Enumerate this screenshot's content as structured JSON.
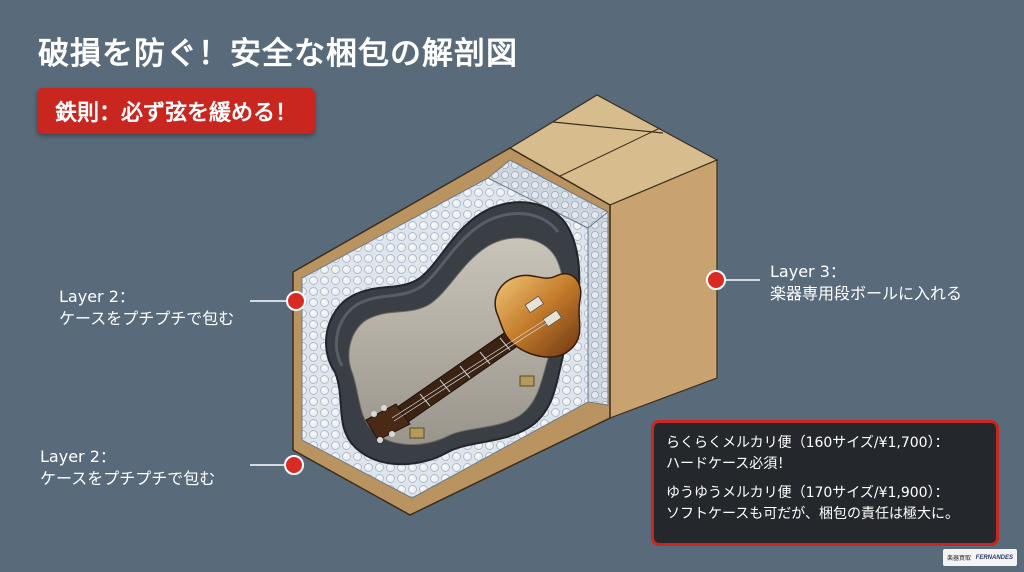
{
  "title": "破損を防ぐ！安全な梱包の解剖図",
  "rule_badge": "鉄則：必ず弦を緩める！",
  "callouts": [
    {
      "line1": "Layer 2：",
      "line2": "ケースをプチプチで包む"
    },
    {
      "line1": "Layer 2：",
      "line2": "ケースをプチプチで包む"
    },
    {
      "line1": "Layer 3：",
      "line2": "楽器専用段ボールに入れる"
    }
  ],
  "info_box": {
    "entries": [
      {
        "line1": "らくらくメルカリ便（160サイズ/¥1,700）：",
        "line2": "ハードケース必須！"
      },
      {
        "line1": "ゆうゆうメルカリ便（170サイズ/¥1,900）：",
        "line2": "ソフトケースも可だが、梱包の責任は極大に。"
      }
    ]
  },
  "logo": {
    "left_text": "楽器買取",
    "brand": "FERNANDES"
  },
  "colors": {
    "background": "#596a7b",
    "accent_red": "#c9261f",
    "cardboard": "#c7a675",
    "bubble_wrap": "#dde3ea",
    "case": "#3a3e45",
    "info_bg": "#24282d"
  },
  "icons": [
    "marker-dot-icon",
    "guitar-illustration",
    "bubble-wrap-pattern",
    "cardboard-box"
  ]
}
